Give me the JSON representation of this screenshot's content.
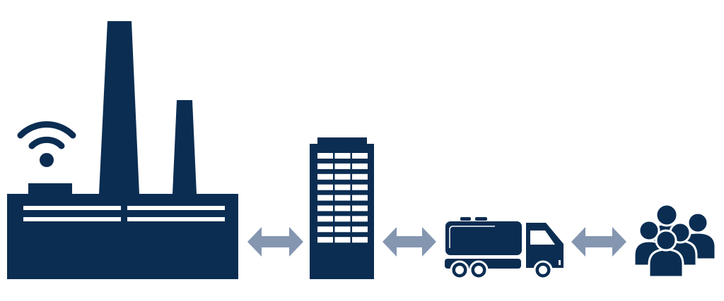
{
  "colors": {
    "icon": "#0b2d52",
    "arrow": "#8496b0",
    "background": "#ffffff"
  },
  "flow": [
    {
      "id": "factory",
      "icon": "factory-with-wifi-icon"
    },
    {
      "id": "office",
      "icon": "office-building-icon"
    },
    {
      "id": "transport",
      "icon": "tanker-truck-icon"
    },
    {
      "id": "customers",
      "icon": "people-group-icon"
    }
  ],
  "connectors": [
    "bidirectional-arrow",
    "bidirectional-arrow",
    "bidirectional-arrow"
  ]
}
